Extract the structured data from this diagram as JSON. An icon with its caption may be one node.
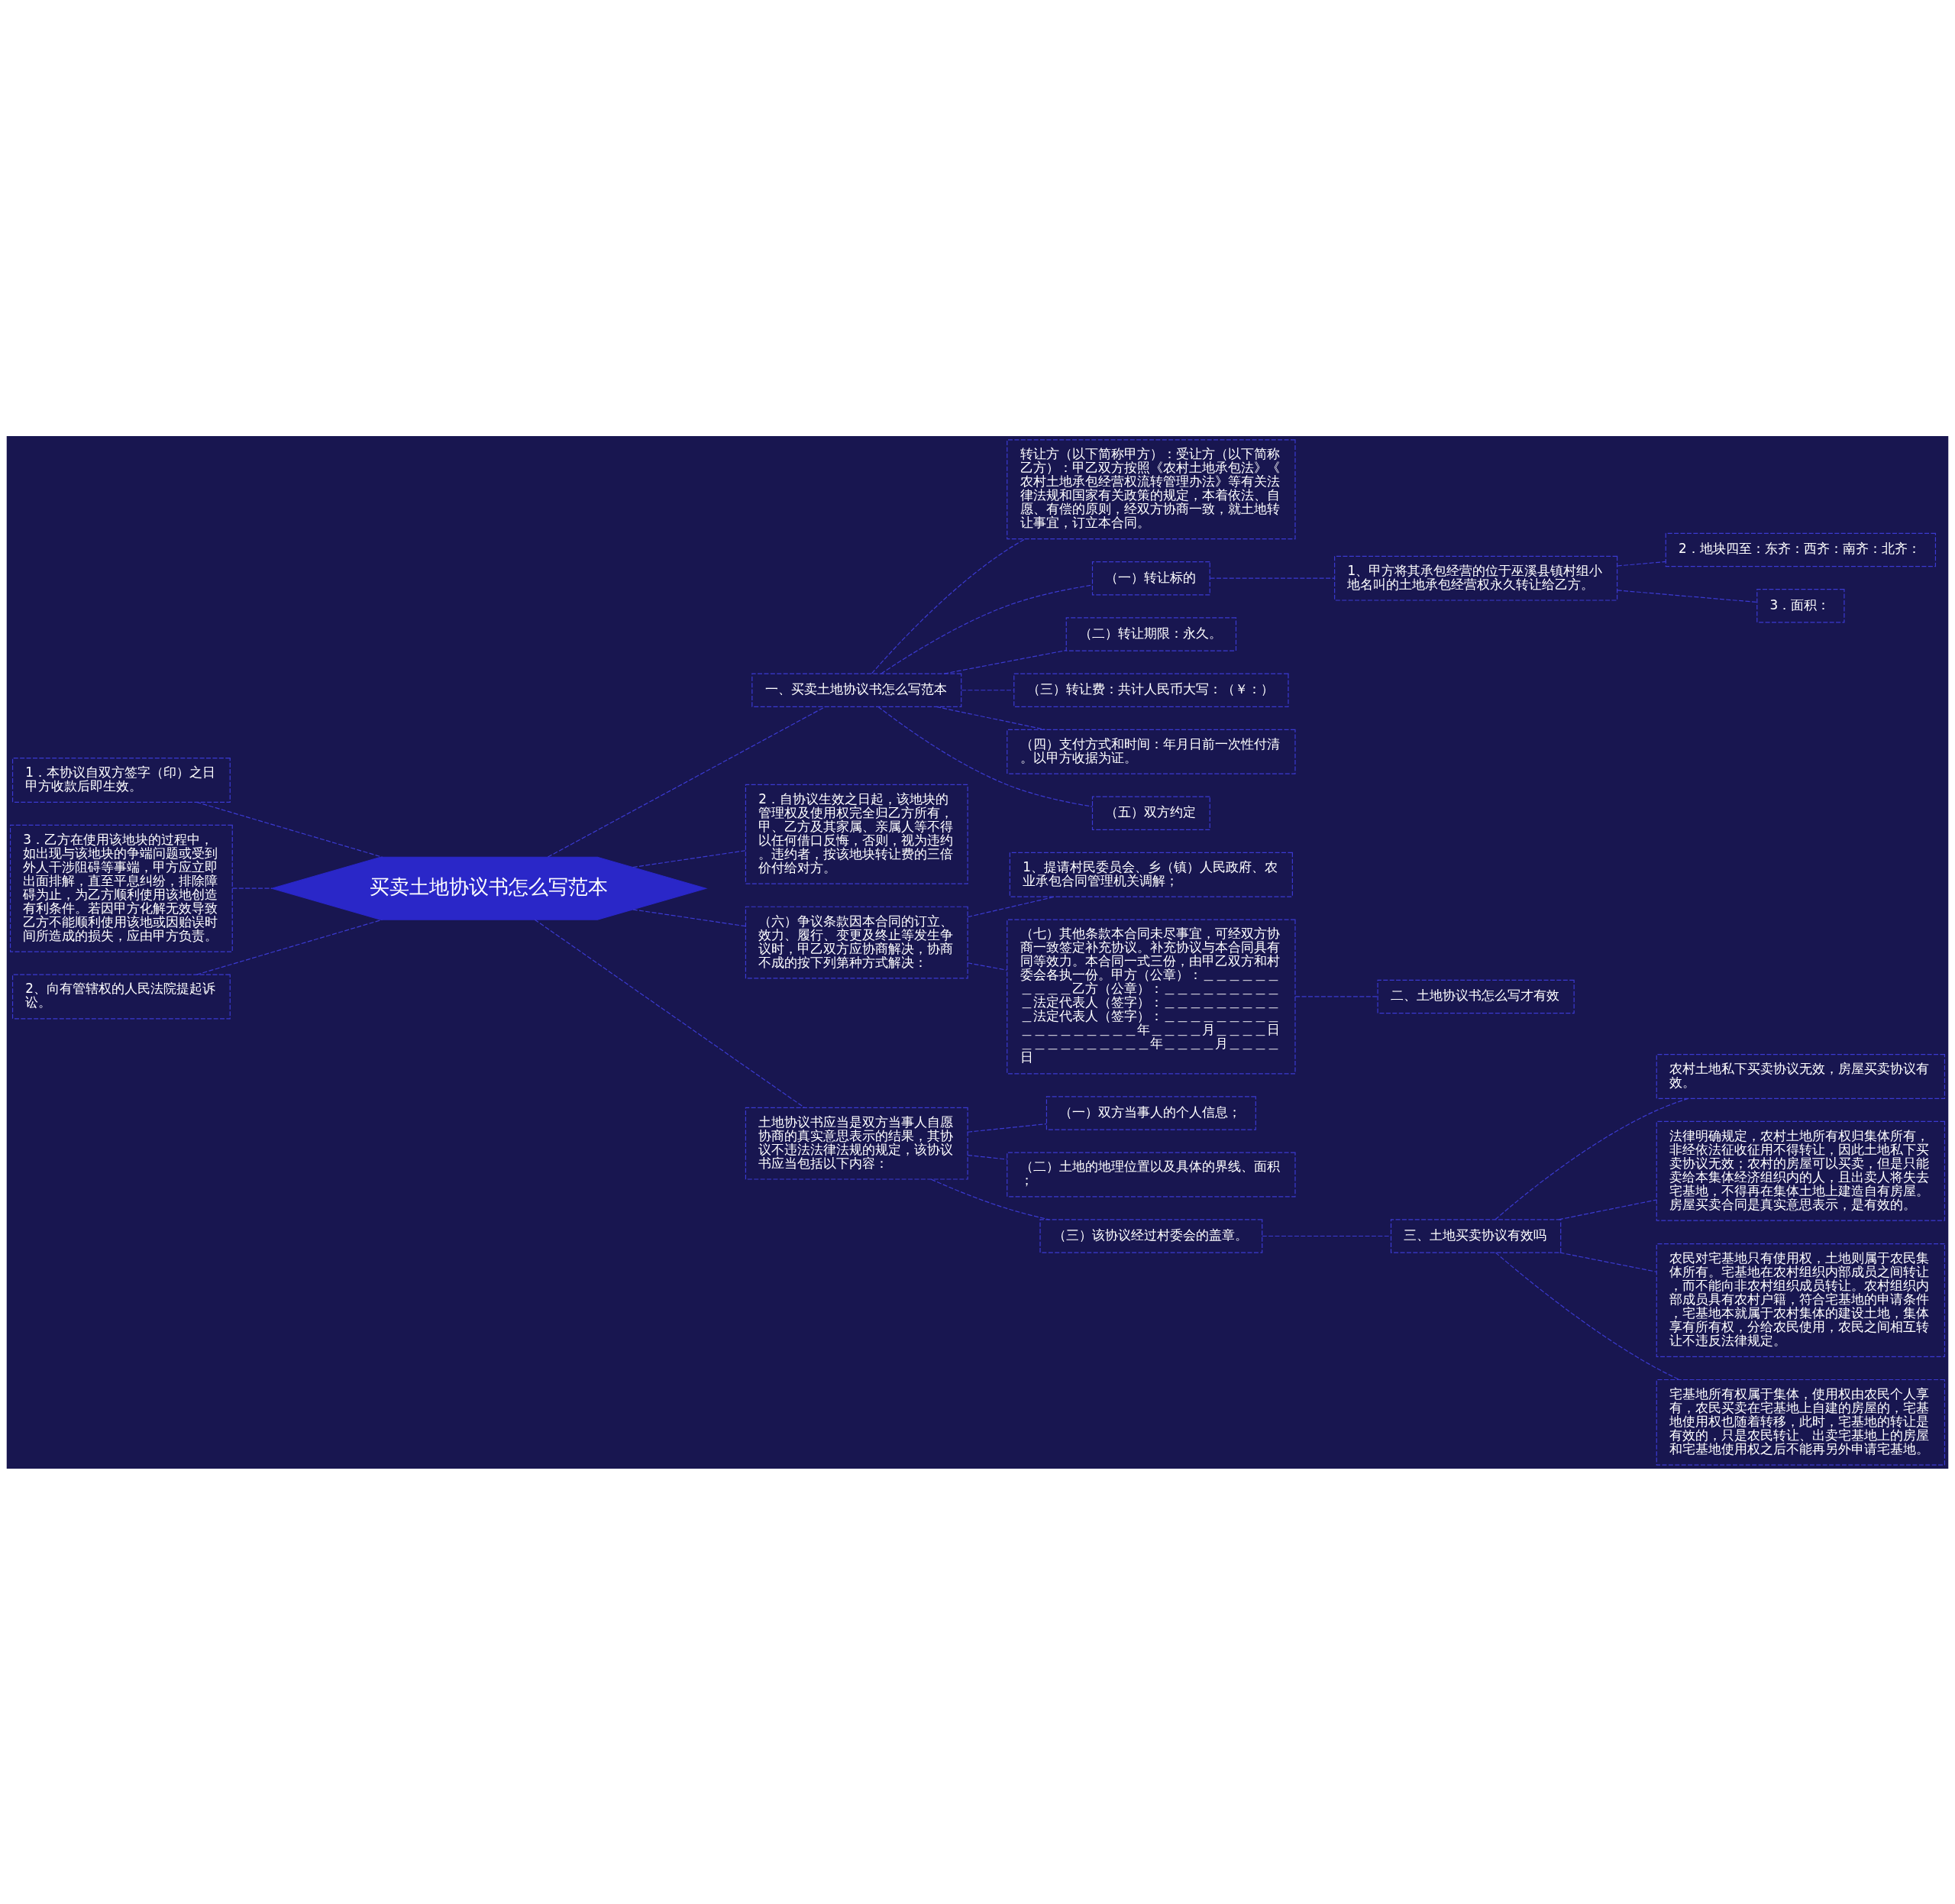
{
  "diagram": {
    "nodes": [
      {
        "text": [
          "买卖土地协议书怎么写范本"
        ]
      },
      {
        "text": [
          "一、买卖土地协议书怎么写范本"
        ]
      },
      {
        "text": [
          "转让方（以下简称甲方）：受让方（以下简称乙方）：甲乙双方按照《农村土地承包法》《农村土地承包经营权流转管理办法》等有关法律法规和国家有关政策的规定，本着依法、自愿、有偿的原则，经双方协商一致，就土地转让事宜，订立本合同。"
        ]
      },
      {
        "text": [
          "（一）转让标的"
        ]
      },
      {
        "text": [
          "1、甲方将其承包经营的位于巫溪县镇村组小地名叫的土地承包经营权永久转让给乙方。"
        ]
      },
      {
        "text": [
          "2．地块四至：东齐：西齐：南齐：北齐："
        ]
      },
      {
        "text": [
          "3．面积："
        ]
      },
      {
        "text": [
          "（二）转让期限：永久。"
        ]
      },
      {
        "text": [
          "（三）转让费：共计人民币大写：（￥：）"
        ]
      },
      {
        "text": [
          "（四）支付方式和时间：年月日前一次性付清。以甲方收据为证。"
        ]
      },
      {
        "text": [
          "（五）双方约定"
        ]
      },
      {
        "text": [
          "2．自协议生效之日起，该地块的管理权及使用权完全归乙方所有，甲、乙方及其家属、亲属人等不得以任何借口反悔，否则，视为违约。违约者，按该地块转让费的三倍价付给对方。"
        ]
      },
      {
        "text": [
          "（六）争议条款因本合同的订立、效力、履行、变更及终止等发生争议时，甲乙双方应协商解决，协商不成的按下列第种方式解决："
        ]
      },
      {
        "text": [
          "1、提请村民委员会、乡（镇）人民政府、农业承包合同管理机关调解；"
        ]
      },
      {
        "text": [
          "（七）其他条款本合同未尽事宜，可经双方协商一致签定补充协议。补充协议与本合同具有同等效力。本合同一式三份，由甲乙双方和村委会各执一份。甲方（公章）：＿＿＿＿＿＿＿＿＿＿乙方（公章）：＿＿＿＿＿＿＿＿＿＿法定代表人（签字）：＿＿＿＿＿＿＿＿＿＿法定代表人（签字）：＿＿＿＿＿＿＿＿＿＿＿＿＿＿＿＿＿＿年＿＿＿＿月＿＿＿＿日＿＿＿＿＿＿＿＿＿＿年＿＿＿＿月＿＿＿＿日"
        ]
      },
      {
        "text": [
          "二、土地协议书怎么写才有效"
        ]
      },
      {
        "text": [
          "土地协议书应当是双方当事人自愿协商的真实意思表示的结果，其协议不违法法律法规的规定，该协议书应当包括以下内容："
        ]
      },
      {
        "text": [
          "（一）双方当事人的个人信息；"
        ]
      },
      {
        "text": [
          "（二）土地的地理位置以及具体的界线、面积；"
        ]
      },
      {
        "text": [
          "（三）该协议经过村委会的盖章。"
        ]
      },
      {
        "text": [
          "三、土地买卖协议有效吗"
        ]
      },
      {
        "text": [
          "农村土地私下买卖协议无效，房屋买卖协议有效。"
        ]
      },
      {
        "text": [
          "法律明确规定，农村土地所有权归集体所有，非经依法征收征用不得转让，因此土地私下买卖协议无效；农村的房屋可以买卖，但是只能卖给本集体经济组织内的人，且出卖人将失去宅基地，不得再在集体土地上建造自有房屋。房屋买卖合同是真实意思表示，是有效的。"
        ]
      },
      {
        "text": [
          "农民对宅基地只有使用权，土地则属于农民集体所有。宅基地在农村组织内部成员之间转让，而不能向非农村组织成员转让。农村组织内部成员具有农村户籍，符合宅基地的申请条件，宅基地本就属于农村集体的建设土地，集体享有所有权，分给农民使用，农民之间相互转让不违反法律规定。"
        ]
      },
      {
        "text": [
          "宅基地所有权属于集体，使用权由农民个人享有，农民买卖在宅基地上自建的房屋的，宅基地使用权也随着转移，此时，宅基地的转让是有效的，只是农民转让、出卖宅基地上的房屋和宅基地使用权之后不能再另外申请宅基地。"
        ]
      },
      {
        "text": [
          "1．本协议自双方签字（印）之日甲方收款后即生效。"
        ]
      },
      {
        "text": [
          "3．乙方在使用该地块的过程中，如出现与该地块的争端问题或受到外人干涉阻碍等事端，甲方应立即出面排解，直至平息纠纷，排除障碍为止，为乙方顺利使用该地创造有利条件。若因甲方化解无效导致乙方不能顺利使用该地或因贻误时间所造成的损失，应由甲方负责。"
        ]
      },
      {
        "text": [
          "2、向有管辖权的人民法院提起诉讼。"
        ]
      }
    ],
    "edges": [
      {
        "from": 0,
        "to": 1,
        "arrow": "none",
        "style": "dashed"
      },
      {
        "from": 1,
        "to": 2,
        "arrow": "none",
        "style": "dashed"
      },
      {
        "from": 1,
        "to": 3,
        "arrow": "none",
        "style": "dashed"
      },
      {
        "from": 3,
        "to": 4,
        "arrow": "none",
        "style": "dashed"
      },
      {
        "from": 4,
        "to": 5,
        "arrow": "none",
        "style": "dashed"
      },
      {
        "from": 4,
        "to": 6,
        "arrow": "none",
        "style": "dashed"
      },
      {
        "from": 1,
        "to": 7,
        "arrow": "none",
        "style": "dashed"
      },
      {
        "from": 1,
        "to": 8,
        "arrow": "none",
        "style": "dashed"
      },
      {
        "from": 1,
        "to": 9,
        "arrow": "none",
        "style": "dashed"
      },
      {
        "from": 1,
        "to": 10,
        "arrow": "none",
        "style": "dashed"
      },
      {
        "from": 0,
        "to": 11,
        "arrow": "none",
        "style": "dashed"
      },
      {
        "from": 0,
        "to": 12,
        "arrow": "none",
        "style": "dashed"
      },
      {
        "from": 12,
        "to": 13,
        "arrow": "none",
        "style": "dashed"
      },
      {
        "from": 12,
        "to": 14,
        "arrow": "none",
        "style": "dashed"
      },
      {
        "from": 14,
        "to": 15,
        "arrow": "none",
        "style": "dashed"
      },
      {
        "from": 0,
        "to": 16,
        "arrow": "none",
        "style": "dashed"
      },
      {
        "from": 16,
        "to": 17,
        "arrow": "none",
        "style": "dashed"
      },
      {
        "from": 16,
        "to": 18,
        "arrow": "none",
        "style": "dashed"
      },
      {
        "from": 16,
        "to": 19,
        "arrow": "none",
        "style": "dashed"
      },
      {
        "from": 19,
        "to": 20,
        "arrow": "none",
        "style": "dashed"
      },
      {
        "from": 20,
        "to": 21,
        "arrow": "none",
        "style": "dashed"
      },
      {
        "from": 20,
        "to": 22,
        "arrow": "none",
        "style": "dashed"
      },
      {
        "from": 20,
        "to": 23,
        "arrow": "none",
        "style": "dashed"
      },
      {
        "from": 20,
        "to": 24,
        "arrow": "none",
        "style": "dashed"
      },
      {
        "from": 0,
        "to": 25,
        "arrow": "none",
        "style": "dashed"
      },
      {
        "from": 0,
        "to": 26,
        "arrow": "none",
        "style": "dashed"
      },
      {
        "from": 0,
        "to": 27,
        "arrow": "none",
        "style": "dashed"
      }
    ]
  }
}
